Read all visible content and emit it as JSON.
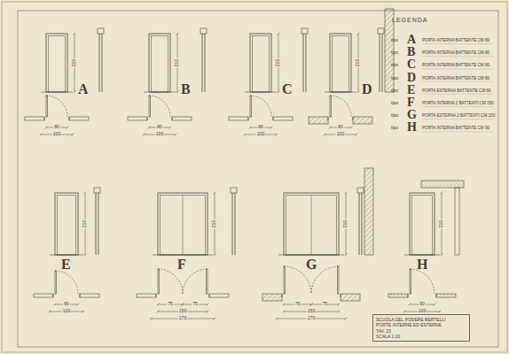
{
  "diagram": {
    "nodes": [
      {
        "text": [
          "SCUOLA DEL PODERE BERTELLI",
          "PORTE INTERNE ED ESTERNE",
          "TAV. 23",
          "SCALA 1:20"
        ]
      }
    ],
    "labels": [
      "LEGENDA",
      "tipo",
      "A",
      "tipo",
      "B",
      "tipo",
      "C",
      "tipo",
      "D",
      "tipo",
      "E",
      "tipo",
      "F",
      "tipo",
      "G",
      "tipo",
      "H",
      "A",
      "B",
      "C",
      "D",
      "E",
      "F",
      "G",
      "H",
      "210",
      "80",
      "100",
      "210",
      "80",
      "100",
      "210",
      "80",
      "100",
      "210",
      "80",
      "100",
      "210",
      "80",
      "100",
      "210",
      "75",
      "75",
      "150",
      "170",
      "210",
      "75",
      "75",
      "150",
      "170",
      "210",
      "90",
      "100"
    ],
    "legend": [
      {
        "text": "PORTA INTERNA BATTENTE CM 80"
      },
      {
        "text": "PORTA INTERNA BATTENTE CM 80"
      },
      {
        "text": "PORTA INTERNA BATTENTE CM 80"
      },
      {
        "text": "PORTA INTERNA BATTENTE CM 80"
      },
      {
        "text": "PORTA ESTERNA BATTENTE CM 80"
      },
      {
        "text": "PORTA INTERNA 2 BATTENTI CM 150"
      },
      {
        "text": "PORTA ESTERNA 2 BATTENTI CM 150"
      },
      {
        "text": "PORTA INTERNA BATTENTE CM 90"
      }
    ]
  }
}
